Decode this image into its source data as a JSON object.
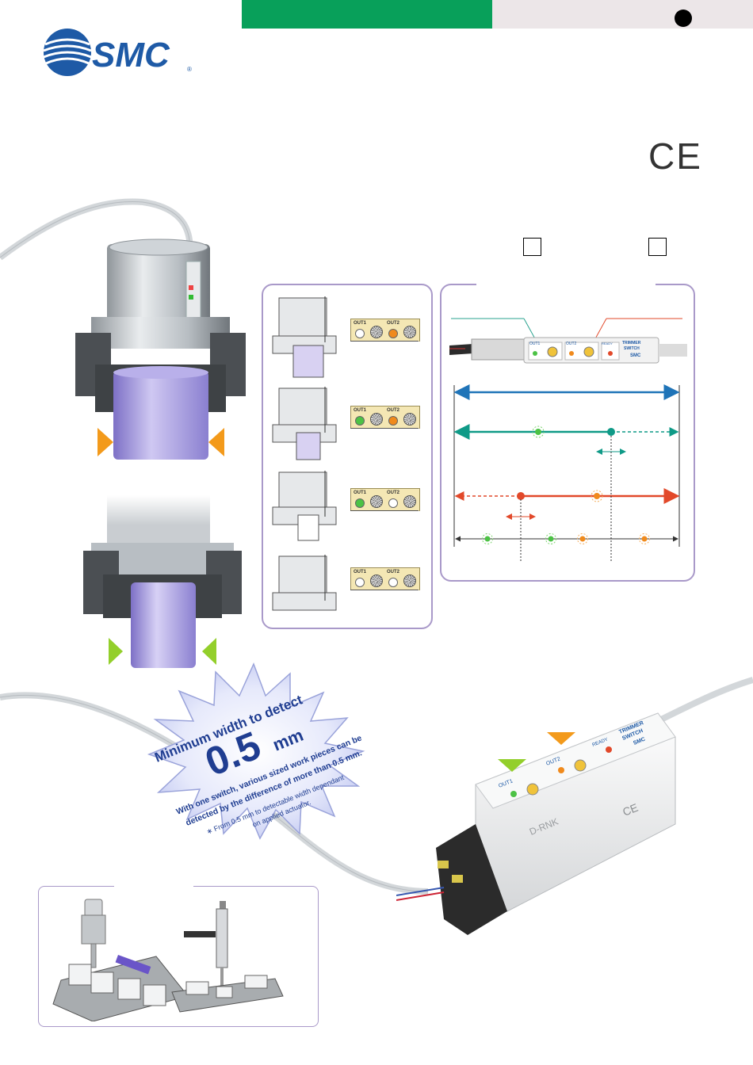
{
  "header": {
    "brand": "SMC",
    "registered_mark": "®",
    "ce_mark": "CE",
    "accent_green": "#08a05a",
    "accent_purple": "#a999c9"
  },
  "switch_panel": {
    "labels": {
      "out1": "OUT1",
      "out2": "OUT2",
      "ready": "READY",
      "trimmer": "TRIMMER",
      "switch": "SWITCH",
      "brand": "SMC"
    },
    "line_colors": {
      "range": "#1f74b8",
      "out1": "#0f9a87",
      "out2": "#e2492a"
    }
  },
  "led_table": [
    {
      "out1_label": "OUT1",
      "out2_label": "OUT2",
      "out1_color": "#ffffff",
      "out2_color": "#f08a1c"
    },
    {
      "out1_label": "OUT1",
      "out2_label": "OUT2",
      "out1_color": "#4cc245",
      "out2_color": "#f08a1c"
    },
    {
      "out1_label": "OUT1",
      "out2_label": "OUT2",
      "out1_color": "#4cc245",
      "out2_color": "#ffffff"
    },
    {
      "out1_label": "OUT1",
      "out2_label": "OUT2",
      "out1_color": "#ffffff",
      "out2_color": "#ffffff"
    }
  ],
  "starburst": {
    "headline": "Minimum width to detect",
    "value": "0.5",
    "unit": "mm",
    "body_line1": "With one switch, various sized work pieces can be",
    "body_line2": "detected by the difference of more than 0.5 mm.",
    "note_line1": "∗ From 0.5 mm to detectable width dependant",
    "note_line2": "on applied actuator."
  },
  "product": {
    "out1": "OUT1",
    "out2": "OUT2",
    "ready": "READY",
    "trimmer": "TRIMMER",
    "switch": "SWITCH",
    "model": "D-RNK",
    "brand": "SMC",
    "ce": "CE"
  }
}
